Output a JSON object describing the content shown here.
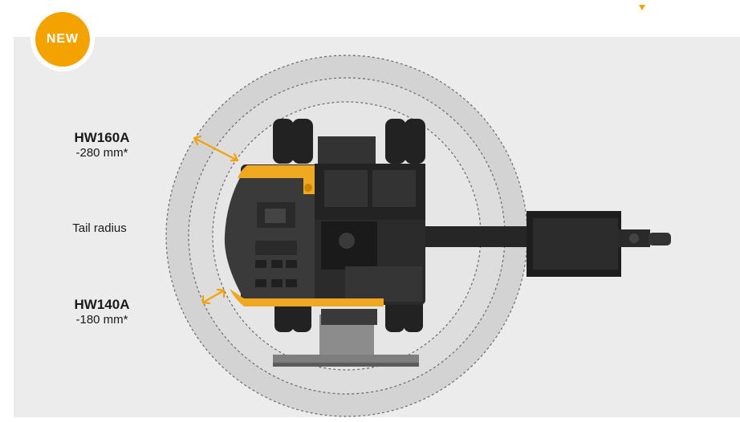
{
  "badge": {
    "label": "NEW"
  },
  "labels": {
    "hw160": {
      "model": "HW160A",
      "value": "-280 mm*"
    },
    "tail": {
      "text": "Tail radius"
    },
    "hw140": {
      "model": "HW140A",
      "value": "-180 mm*"
    }
  },
  "colors": {
    "accent": "#f3a200",
    "body": "#f0a820",
    "machine": "#2b2b2b",
    "panel": "#ececec"
  }
}
